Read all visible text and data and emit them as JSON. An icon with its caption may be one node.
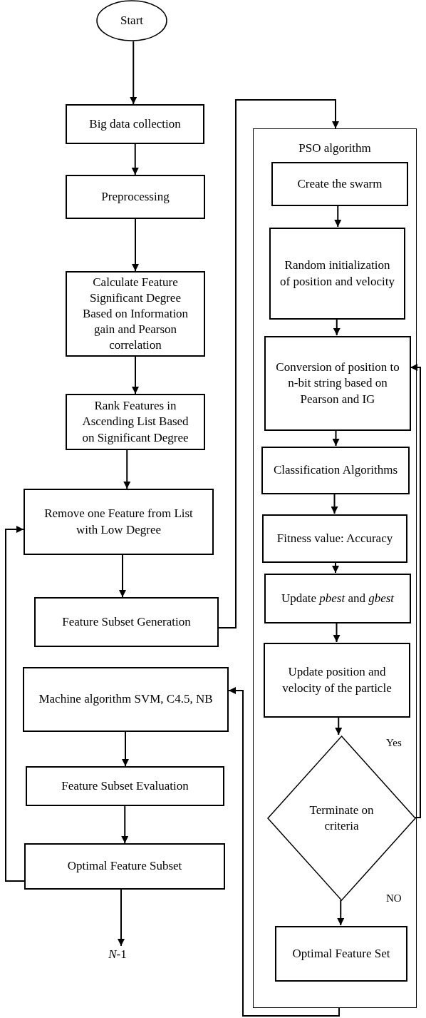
{
  "diagram": {
    "nodes": [
      {
        "text": [
          "Start"
        ]
      },
      {
        "text": [
          "Big data collection"
        ]
      },
      {
        "text": [
          "Preprocessing"
        ]
      },
      {
        "text": [
          "Calculate Feature Significant Degree Based on Information gain and Pearson correlation"
        ]
      },
      {
        "text": [
          "Rank Features in Ascending List Based on Significant Degree"
        ]
      },
      {
        "text": [
          "Remove one Feature from List with Low Degree"
        ]
      },
      {
        "text": [
          "Feature Subset Generation"
        ]
      },
      {
        "text": [
          "Machine algorithm SVM, C4.5, NB"
        ]
      },
      {
        "text": [
          "Feature Subset Evaluation"
        ]
      },
      {
        "text": [
          "Optimal Feature Subset"
        ]
      },
      {
        "text": [
          "*N*-1"
        ]
      },
      {
        "text": [
          "PSO algorithm"
        ]
      },
      {
        "text": [
          "Create the swarm"
        ],
        "in": 11
      },
      {
        "text": [
          "Random initialization of position and velocity"
        ],
        "in": 11
      },
      {
        "text": [
          "Conversion of position to n-bit string based on Pearson and IG"
        ],
        "in": 11
      },
      {
        "text": [
          "Classification Algorithms"
        ],
        "in": 11
      },
      {
        "text": [
          "Fitness value: Accuracy"
        ],
        "in": 11
      },
      {
        "text": [
          "Update *pbest* and *gbest*"
        ],
        "in": 11
      },
      {
        "text": [
          "Update position and velocity of the particle"
        ],
        "in": 11
      },
      {
        "text": [
          "Terminate on criteria"
        ],
        "in": 11
      },
      {
        "text": [
          "Optimal Feature Set"
        ],
        "in": 11
      }
    ],
    "edges": [
      {
        "from": 0,
        "to": 1,
        "arrow": "to"
      },
      {
        "from": 1,
        "to": 2,
        "arrow": "to"
      },
      {
        "from": 2,
        "to": 3,
        "arrow": "to"
      },
      {
        "from": 3,
        "to": 4,
        "arrow": "to"
      },
      {
        "from": 4,
        "to": 5,
        "arrow": "to"
      },
      {
        "from": 5,
        "to": 6,
        "arrow": "to"
      },
      {
        "from": 6,
        "to": 11,
        "arrow": "to"
      },
      {
        "from": 11,
        "to": 7,
        "arrow": "to"
      },
      {
        "from": 7,
        "to": 8,
        "arrow": "to"
      },
      {
        "from": 8,
        "to": 9,
        "arrow": "to"
      },
      {
        "from": 9,
        "to": 5,
        "arrow": "to"
      },
      {
        "from": 9,
        "to": 10,
        "arrow": "to"
      },
      {
        "from": 12,
        "to": 13,
        "arrow": "to"
      },
      {
        "from": 13,
        "to": 14,
        "arrow": "to"
      },
      {
        "from": 14,
        "to": 15,
        "arrow": "to"
      },
      {
        "from": 15,
        "to": 16,
        "arrow": "to"
      },
      {
        "from": 16,
        "to": 17,
        "arrow": "to"
      },
      {
        "from": 17,
        "to": 18,
        "arrow": "to"
      },
      {
        "from": 18,
        "to": 19,
        "arrow": "to"
      },
      {
        "from": 19,
        "to": 20,
        "arrow": "to",
        "label": "NO"
      },
      {
        "from": 19,
        "to": 14,
        "arrow": "to",
        "label": "Yes"
      }
    ]
  }
}
